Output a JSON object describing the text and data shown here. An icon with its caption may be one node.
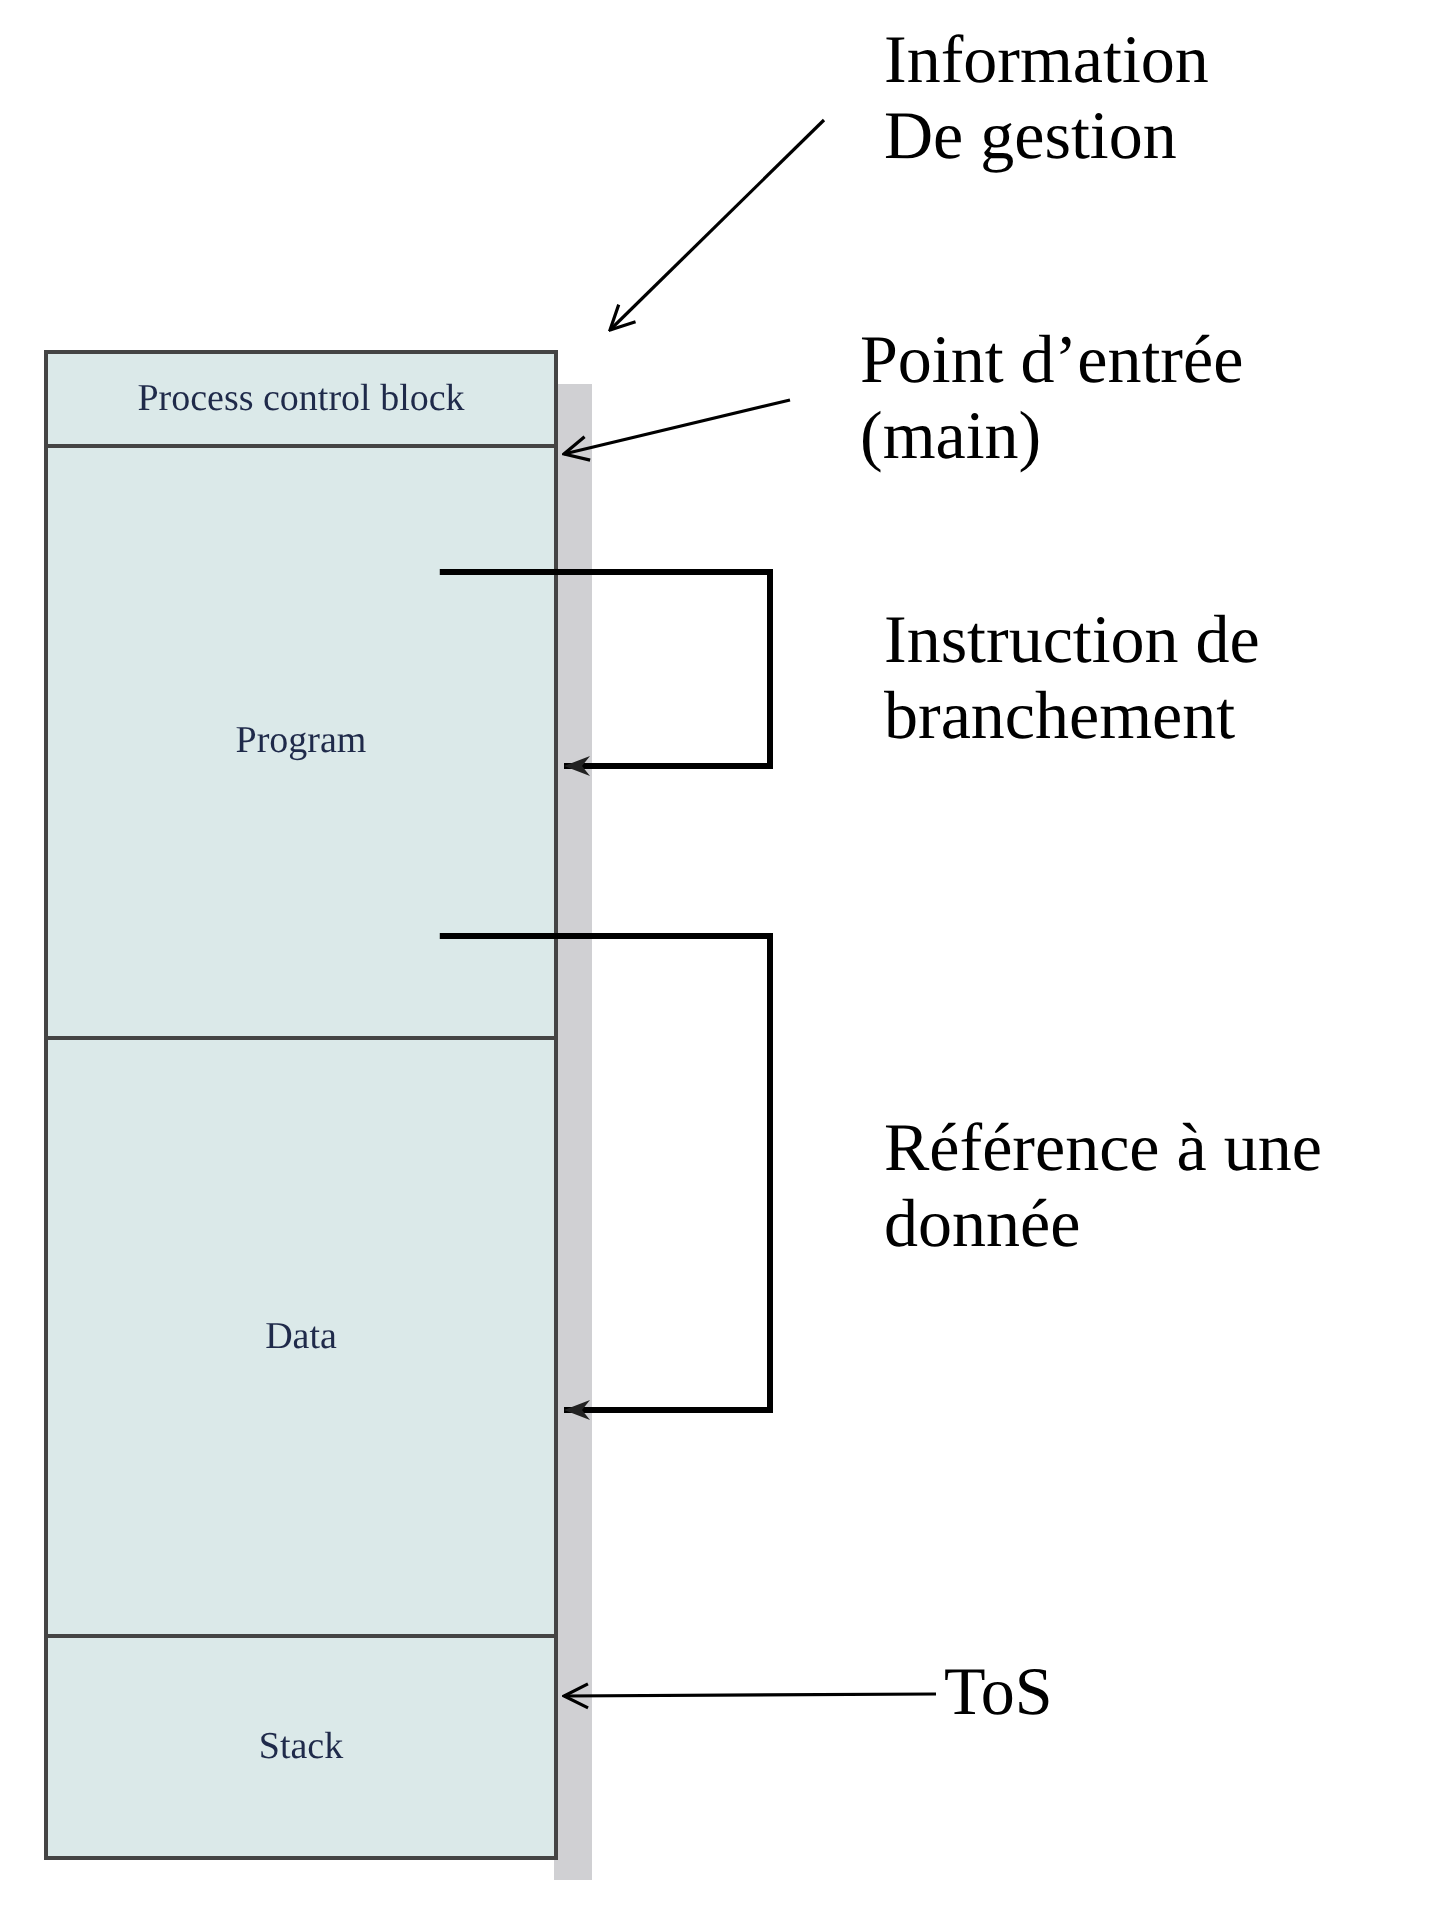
{
  "diagram": {
    "nodes": [
      {
        "text": [
          "Process control block"
        ]
      },
      {
        "text": [
          "Program"
        ]
      },
      {
        "text": [
          "Data"
        ]
      },
      {
        "text": [
          "Stack"
        ]
      },
      {
        "text": [
          "Information De gestion"
        ]
      },
      {
        "text": [
          "Point d’entrée (main)"
        ]
      },
      {
        "text": [
          "ToS"
        ]
      }
    ],
    "edges": [
      {
        "from": 4,
        "to": 0,
        "arrow": "to"
      },
      {
        "from": 5,
        "to": 1,
        "arrow": "to"
      },
      {
        "from": 1,
        "to": 1,
        "arrow": "to",
        "label": "Instruction de branchement"
      },
      {
        "from": 1,
        "to": 2,
        "arrow": "to",
        "label": "Référence à une donnée"
      },
      {
        "from": 6,
        "to": 3,
        "arrow": "to"
      }
    ]
  }
}
